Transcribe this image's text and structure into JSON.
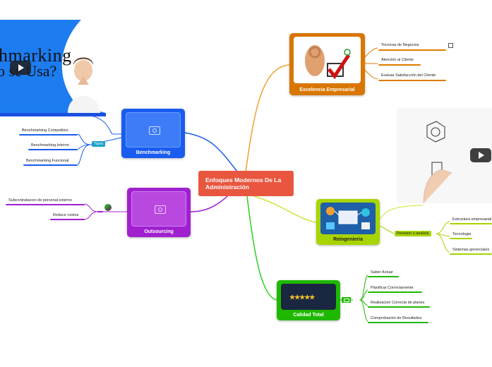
{
  "central": {
    "title": "Enfoques Modernos De La Administración",
    "color": "#e8563f"
  },
  "thumbnail_top_left": {
    "line1": "hmarking",
    "line2": "o se Usa?"
  },
  "branches": {
    "excelencia": {
      "label": "Excelencia Empresarial",
      "color": "#e07b00",
      "items": [
        "Tecnicas de Negociоs",
        "Atención al Cliente",
        "Evaluar Satisfacción del Cliente"
      ]
    },
    "benchmarking": {
      "label": "Benchmarking",
      "color": "#1a5cf0",
      "tag": "Tipos",
      "items": [
        "Benchmarking Competitivo",
        "Benchmarking Interno",
        "Benchmarking Funcional"
      ]
    },
    "outsourcing": {
      "label": "Outsourcing",
      "color": "#a020d0",
      "items": [
        "Subcontratacion de personal externo",
        "Reduce costos"
      ]
    },
    "reingenieria": {
      "label": "Reingenieria",
      "color": "#a8d400",
      "tag": "Revision o analisis",
      "items": [
        "Estructura empresarial",
        "Tecnologia",
        "Sistemas gerenciales"
      ]
    },
    "calidad": {
      "label": "Calidad Total",
      "color": "#1fb800",
      "items": [
        "Saber Actuar",
        "Planificar Correctamente",
        "Realizacion Correcta de planes",
        "Comprobación de Resultados"
      ]
    }
  }
}
